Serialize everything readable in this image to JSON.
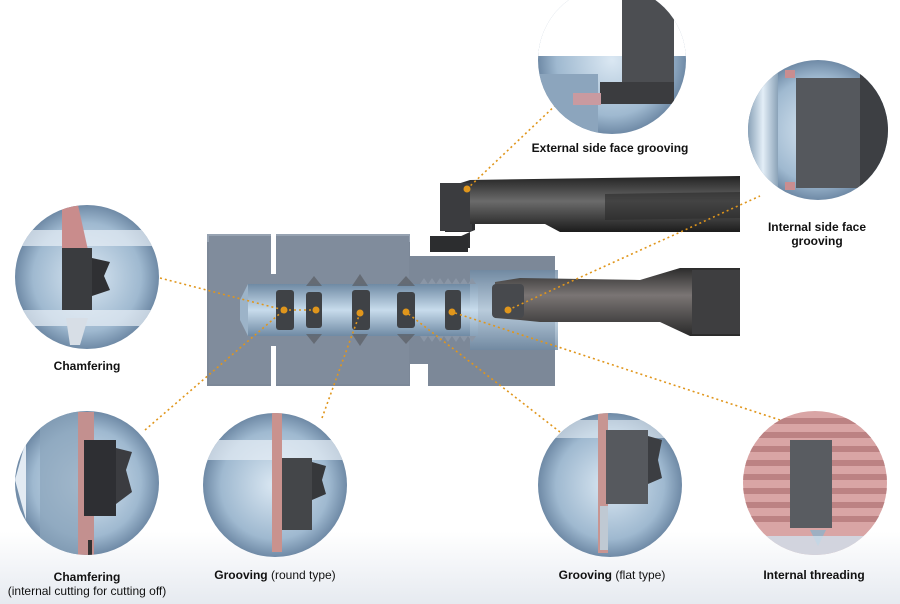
{
  "labels": {
    "external_side_face_grooving": "External side face grooving",
    "internal_side_face_grooving_1": "Internal side face",
    "internal_side_face_grooving_2": "grooving",
    "chamfering": "Chamfering",
    "chamfering_internal_bold": "Chamfering",
    "chamfering_internal_note": "(internal cutting for cutting off)",
    "grooving_round_bold": "Grooving",
    "grooving_round_note": " (round type)",
    "grooving_flat_bold": "Grooving",
    "grooving_flat_note": " (flat type)",
    "internal_threading": "Internal threading"
  },
  "colors": {
    "workpiece": "#7e8b9a",
    "leader": "#e0961c",
    "holder": "#3a3b3d",
    "insert_tip": "#d79a9a",
    "bore": "#bcd3e6"
  }
}
